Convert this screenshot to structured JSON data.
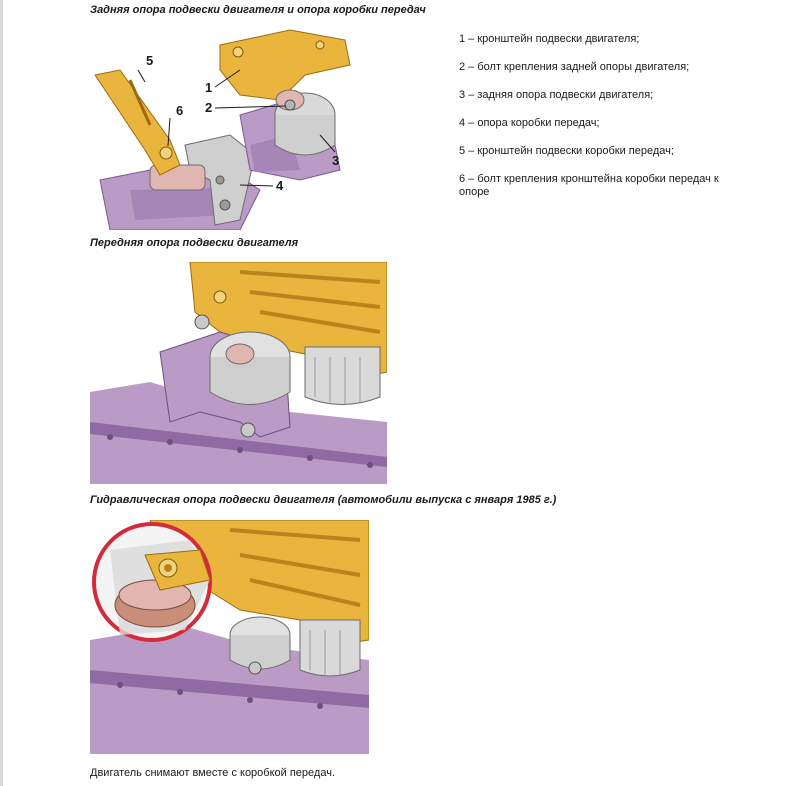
{
  "figure1": {
    "caption": "Задняя опора подвески двигателя и опора коробки передач",
    "callouts": [
      "1",
      "2",
      "3",
      "4",
      "5",
      "6"
    ]
  },
  "legend": [
    "1 – кронштейн подвески двигателя;",
    "2 – болт крепления задней опоры двигателя;",
    "3 – задняя опора подвески двигателя;",
    "4 – опора коробки передач;",
    "5 – кронштейн подвески коробки передач;",
    "6 – болт крепления кронштейна коробки передач к опоре"
  ],
  "figure2": {
    "caption": "Передняя опора подвески двигателя"
  },
  "figure3": {
    "caption": "Гидравлическая опора подвески двигателя (автомобили выпуска с января 1985 г.)"
  },
  "footer": "Двигатель снимают вместе с коробкой передач.",
  "colors": {
    "engine_purple": "#b99bc6",
    "engine_purple_dark": "#8f6aa3",
    "bracket_yellow": "#e9b53c",
    "bracket_yellow_dark": "#b9831d",
    "rubber_grey": "#cfcfcf",
    "metal_grey": "#9a9a9a",
    "highlight_red": "#d42a3a"
  }
}
